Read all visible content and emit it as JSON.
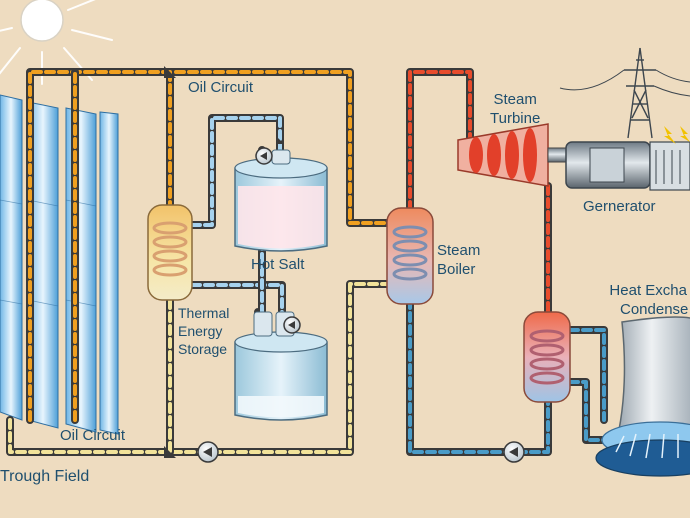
{
  "labels": {
    "oil_circuit_top": "Oil Circuit",
    "oil_circuit_bottom": "Oil Circuit",
    "trough_field": "Trough Field",
    "hot_salt": "Hot Salt",
    "thermal_storage": [
      "Thermal",
      "Energy",
      "Storage"
    ],
    "steam_boiler": [
      "Steam",
      "Boiler"
    ],
    "steam_turbine": [
      "Steam",
      "Turbine"
    ],
    "generator": "Gernerator",
    "heat_exchanger": [
      "Heat Excha",
      "Condense"
    ]
  },
  "colors": {
    "background": "#eedcc0",
    "pipe_casing": "#3a3a3a",
    "hot_oil": "#f0a020",
    "cool_oil": "#f2e39a",
    "steam": "#e84c2c",
    "water": "#4a9cc8",
    "salt_line": "#a6d2ee",
    "text": "#1f4f6e"
  }
}
